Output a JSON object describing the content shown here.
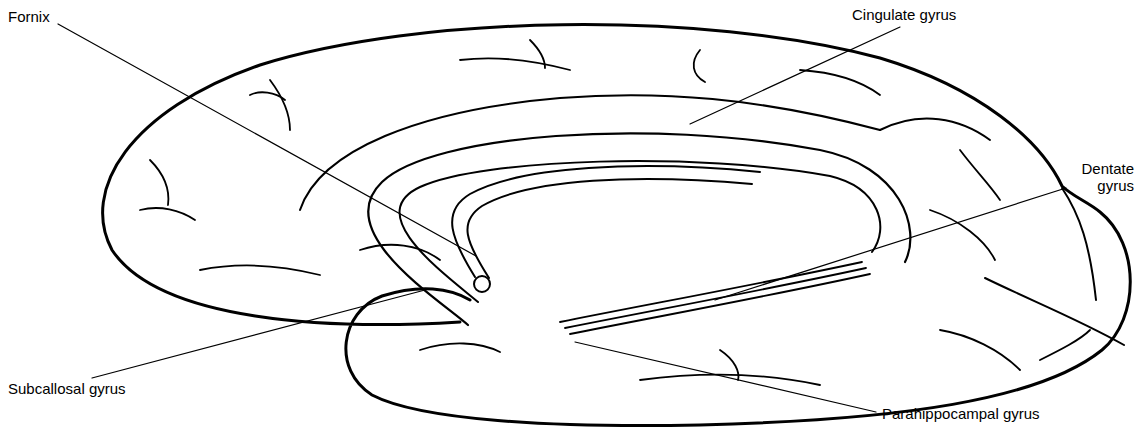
{
  "diagram": {
    "labels": [
      "Fornix",
      "Cingulate gyrus",
      "Dentate gyrus",
      "Subcallosal gyrus",
      "Parahippocampal gyrus"
    ]
  }
}
